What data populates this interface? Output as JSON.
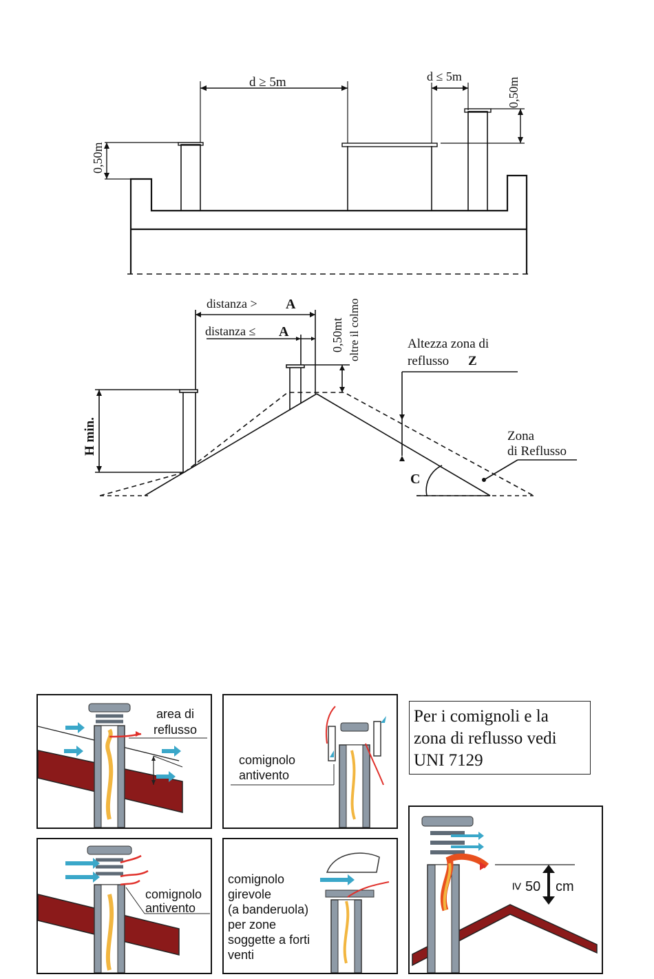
{
  "diagram1": {
    "label_dist_ge": "d ≥ 5m",
    "label_dist_le": "d ≤ 5m",
    "label_h_left": "0,50m",
    "label_h_right": "0,50m"
  },
  "diagram2": {
    "label_dist_gt": "distanza >",
    "label_dist_gt_var": "A",
    "label_dist_le": "distanza ≤",
    "label_dist_le_var": "A",
    "label_height": "0,50mt",
    "label_above_ridge": "oltre il colmo",
    "label_zone_height_line1": "Altezza zona di",
    "label_zone_height_line2": "reflusso",
    "label_zone_height_var": "Z",
    "label_zone_line1": "Zona",
    "label_zone_line2": "di Reflusso",
    "label_hmin": "H min.",
    "label_angle": "C"
  },
  "panels": {
    "p1": {
      "line1": "area di",
      "line2": "reflusso"
    },
    "p2": {
      "line1": "comignolo",
      "line2": "antivento"
    },
    "p3": {
      "line1": "comignolo",
      "line2": "antivento"
    },
    "p4": {
      "lines": [
        "comignolo",
        "girevole",
        "(a banderuola)",
        "per zone",
        "soggette a forti",
        "venti"
      ]
    },
    "p5": {
      "ge": "≥",
      "value": "50",
      "unit": "cm"
    }
  },
  "note": {
    "lines": [
      "Per i comignoli e la",
      "zona di reflusso vedi",
      "UNI 7129"
    ]
  },
  "colors": {
    "ink": "#111111",
    "pipe": "#8e9aa6",
    "pipe_dark": "#5e6a76",
    "roof": "#8b1a1a",
    "smoke": "#f2b640",
    "flame": "#e8501e",
    "wind": "#3aa7c9",
    "backflow": "#e0302a"
  }
}
